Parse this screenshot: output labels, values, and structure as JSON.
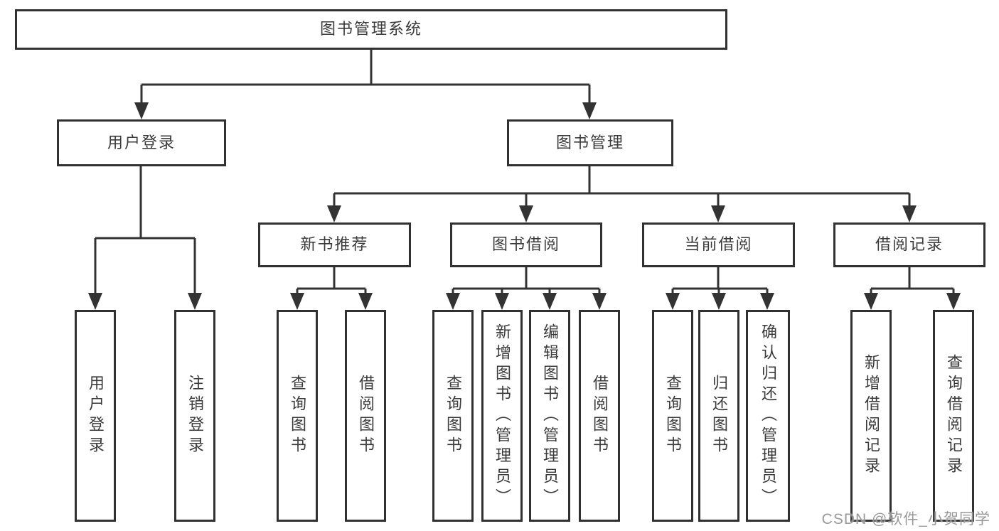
{
  "tree": {
    "label": "图书管理系统",
    "children": [
      {
        "label": "用户登录",
        "children": [
          {
            "label": "用户登录"
          },
          {
            "label": "注销登录"
          }
        ]
      },
      {
        "label": "图书管理",
        "children": [
          {
            "label": "新书推荐",
            "children": [
              {
                "label": "查询图书"
              },
              {
                "label": "借阅图书"
              }
            ]
          },
          {
            "label": "图书借阅",
            "children": [
              {
                "label": "查询图书"
              },
              {
                "label": "新增图书（管理员）"
              },
              {
                "label": "编辑图书（管理员）"
              },
              {
                "label": "借阅图书"
              }
            ]
          },
          {
            "label": "当前借阅",
            "children": [
              {
                "label": "查询图书"
              },
              {
                "label": "归还图书"
              },
              {
                "label": "确认归还（管理员）"
              }
            ]
          },
          {
            "label": "借阅记录",
            "children": [
              {
                "label": "新增借阅记录"
              },
              {
                "label": "查询借阅记录"
              }
            ]
          }
        ]
      }
    ]
  },
  "watermark": {
    "text": "CSDN @软件_小贺同学"
  },
  "colors": {
    "line": "#333333",
    "box_border": "#313131",
    "box_fill": "#ffffff",
    "text": "#3a3a3a",
    "watermark": "#949494",
    "background": "#ffffff"
  }
}
